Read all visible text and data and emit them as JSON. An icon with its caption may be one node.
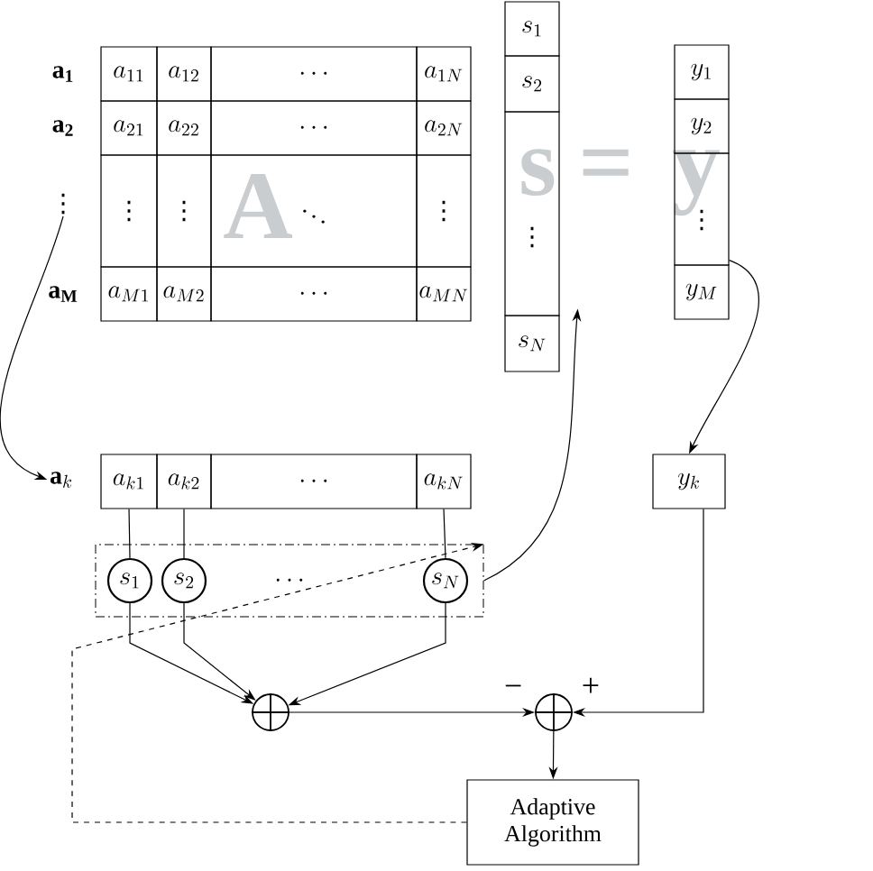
{
  "diagram": {
    "nodes": [
      {
        "text": [
          "a_{11}"
        ]
      },
      {
        "text": [
          "a_{12}"
        ]
      },
      {
        "text": [
          "\\cdots"
        ]
      },
      {
        "text": [
          "a_{1N}"
        ]
      },
      {
        "text": [
          "a_{21}"
        ]
      },
      {
        "text": [
          "a_{22}"
        ]
      },
      {
        "text": [
          "\\cdots"
        ]
      },
      {
        "text": [
          "a_{2N}"
        ]
      },
      {
        "text": [
          "⋮"
        ]
      },
      {
        "text": [
          "⋮"
        ]
      },
      {
        "text": [
          "\\ddots"
        ]
      },
      {
        "text": [
          "⋮"
        ]
      },
      {
        "text": [
          "a_{M1}"
        ]
      },
      {
        "text": [
          "a_{M2}"
        ]
      },
      {
        "text": [
          "\\cdots"
        ]
      },
      {
        "text": [
          "a_{MN}"
        ]
      },
      {
        "text": [
          "s_1"
        ]
      },
      {
        "text": [
          "s_2"
        ]
      },
      {
        "text": [
          "⋮"
        ]
      },
      {
        "text": [
          "s_N"
        ]
      },
      {
        "text": [
          "y_1"
        ]
      },
      {
        "text": [
          "y_2"
        ]
      },
      {
        "text": [
          "⋮"
        ]
      },
      {
        "text": [
          "y_M"
        ]
      },
      {
        "text": [
          "\\mathbf{a}_k"
        ]
      },
      {
        "text": [
          "a_{k1}"
        ]
      },
      {
        "text": [
          "a_{k2}"
        ]
      },
      {
        "text": [
          "\\cdots"
        ]
      },
      {
        "text": [
          "a_{kN}"
        ]
      },
      {
        "text": [
          "\\cdots"
        ]
      },
      {
        "text": [
          "s_1"
        ],
        "in": 29
      },
      {
        "text": [
          "s_2"
        ],
        "in": 29
      },
      {
        "text": [
          "s_N"
        ],
        "in": 29
      },
      {
        "text": [
          "y_k"
        ]
      },
      {
        "text": [],
        "shape": "circle"
      },
      {
        "text": [],
        "shape": "circle"
      },
      {
        "text": [
          "Adaptive Algorithm"
        ]
      },
      {
        "text": [
          "⋮"
        ]
      }
    ],
    "edges": [
      {
        "from": 37,
        "to": 24,
        "arrow": "to"
      },
      {
        "from": 22,
        "to": 33,
        "arrow": "to"
      },
      {
        "from": 29,
        "to": 18,
        "arrow": "to"
      },
      {
        "from": 25,
        "to": 30,
        "arrow": "none"
      },
      {
        "from": 26,
        "to": 31,
        "arrow": "none"
      },
      {
        "from": 28,
        "to": 32,
        "arrow": "none"
      },
      {
        "from": 30,
        "to": 34,
        "arrow": "to"
      },
      {
        "from": 31,
        "to": 34,
        "arrow": "to"
      },
      {
        "from": 32,
        "to": 34,
        "arrow": "to"
      },
      {
        "from": 34,
        "to": 35,
        "arrow": "to",
        "label": "−"
      },
      {
        "from": 33,
        "to": 35,
        "arrow": "to",
        "label": "+"
      },
      {
        "from": 35,
        "to": 36,
        "arrow": "to"
      },
      {
        "from": 36,
        "to": 29,
        "arrow": "to",
        "style": "dashed"
      }
    ],
    "labels": [
      "\\mathbf{a}_\\mathbf{1}",
      "\\mathbf{a}_\\mathbf{2}",
      "\\mathbf{a}_\\mathbf{M}",
      "A",
      "s",
      "=",
      "y"
    ]
  }
}
